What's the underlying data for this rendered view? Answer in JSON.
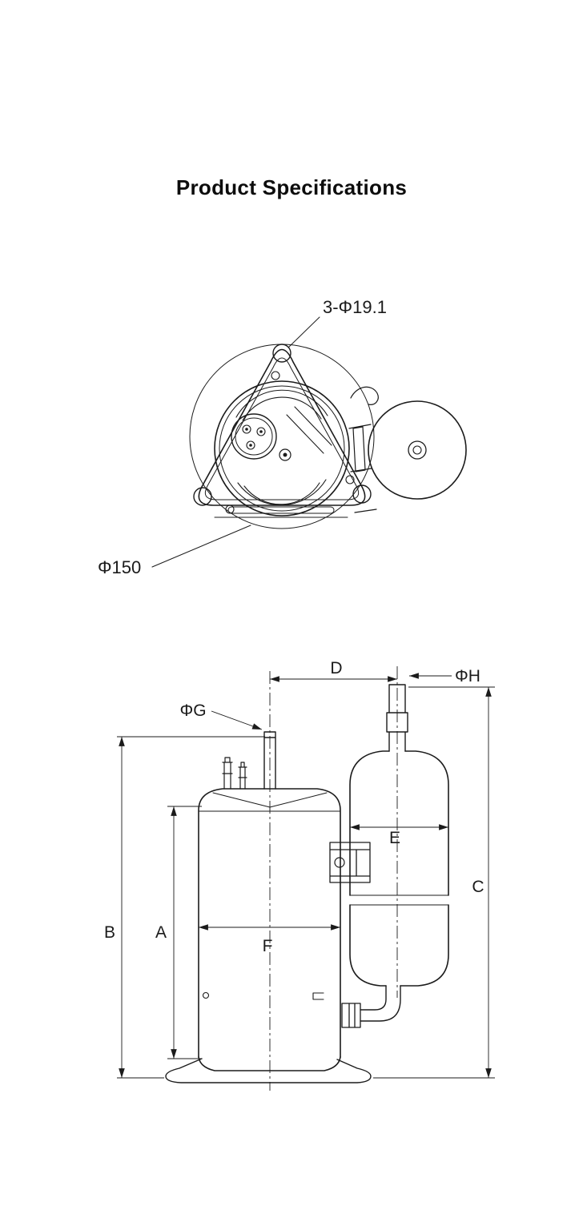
{
  "title": "Product Specifications",
  "top_view": {
    "holes_label": "3-Φ19.1",
    "base_circle_label": "Φ150"
  },
  "side_view": {
    "dim_D": "D",
    "dim_phiH": "ΦH",
    "dim_phiG": "ΦG",
    "dim_B": "B",
    "dim_A": "A",
    "dim_C": "C",
    "dim_E": "E",
    "dim_F": "F"
  },
  "colors": {
    "line": "#1b1b1b",
    "background": "#ffffff"
  }
}
